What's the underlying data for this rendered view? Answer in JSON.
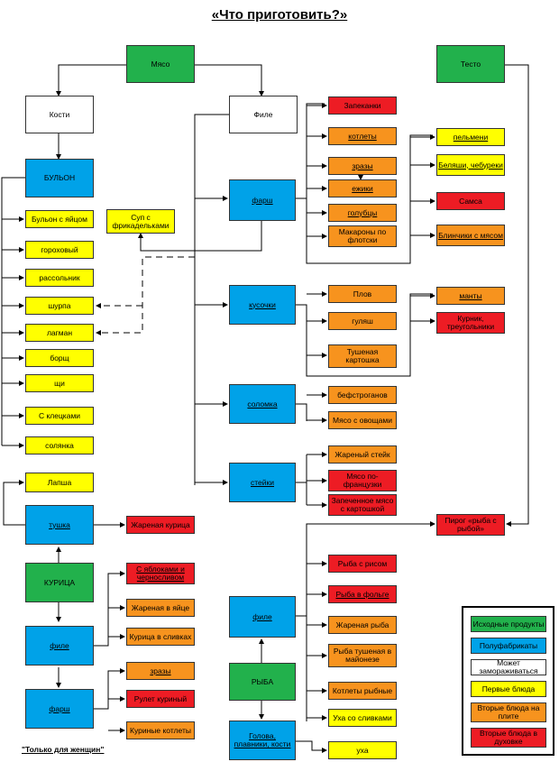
{
  "title": "«Что приготовить?»",
  "note": "\"Только для женщин\"",
  "nodes": {
    "myaso": "Мясо",
    "testo": "Тесто",
    "kosti": "Кости",
    "file": "Филе",
    "bulon": "БУЛЬОН",
    "bulon_yaitso": "Бульон с яйцом",
    "gorokhovy": "гороховый",
    "rassolnik": "рассольник",
    "shurpa": "шурпа",
    "lagman": "лагман",
    "borsch": "борщ",
    "schi": "щи",
    "kletskami": "С клецками",
    "solyanka": "солянка",
    "sup_frikadelki": "Суп с фрикадельками",
    "farsh": "фарш",
    "zapekanki": "Запеканки",
    "kotlety": "котлеты",
    "zrazy": "зразы",
    "ezhiki": "ежики",
    "golubtsy": "голубцы",
    "makarony": "Макароны по флотски",
    "pelmeni": "пельмени",
    "belyashi": "Беляши, чебуреки",
    "samsa": "Самса",
    "blinchiki": "Блинчики с мясом",
    "kusochki": "кусочки",
    "plov": "Плов",
    "gulyash": "гуляш",
    "tushenaya_kartoshka": "Тушеная картошка",
    "manty": "манты",
    "kurnik": "Курник, треугольники",
    "solomka": "соломка",
    "befstroganov": "бефстроганов",
    "myaso_ovoschi": "Мясо с овощами",
    "steiki": "стейки",
    "zhareny_steik": "Жареный стейк",
    "myaso_frantsuzski": "Мясо по-французки",
    "zapechennoe_myaso": "Запеченное мясо с картошкой",
    "pirog_ryba": "Пирог «рыба с рыбой»",
    "lapsha": "Лапша",
    "tushka": "тушка",
    "zharenaya_kuritsa": "Жареная курица",
    "kuritsa": "КУРИЦА",
    "yablokami": "С яблоками и черносливом",
    "zharenaya_v_yaitse": "Жареная в яйце",
    "kuritsa_slivkakh": "Курица в сливках",
    "kur_file": "филе",
    "kur_farsh": "фарш",
    "kur_zrazy": "зразы",
    "rulet": "Рулет куриный",
    "kurinye_kotlety": "Куриные котлеты",
    "riba": "РЫБА",
    "ryba_file": "филе",
    "golova": "Голова, плавники, кости",
    "ryba_risom": "Рыба с рисом",
    "ryba_folge": "Рыба в фольге",
    "zharenaya_ryba": "Жареная рыба",
    "ryba_tushenaya": "Рыба тушеная в майонезе",
    "kotlety_rybnye": "Котлеты рыбные",
    "ukha_slivkami": "Уха со сливками",
    "ukha": "уха"
  },
  "legend": [
    {
      "label": "Исходные продукты",
      "color": "#22b14c"
    },
    {
      "label": "Полуфабрикаты",
      "color": "#00a2e8"
    },
    {
      "label": "Может замораживаться",
      "color": "#ffffff"
    },
    {
      "label": "Первые блюда",
      "color": "#ffff00"
    },
    {
      "label": "Вторые блюда на плите",
      "color": "#f7931e"
    },
    {
      "label": "Вторые блюда в духовке",
      "color": "#ed1c24"
    }
  ]
}
